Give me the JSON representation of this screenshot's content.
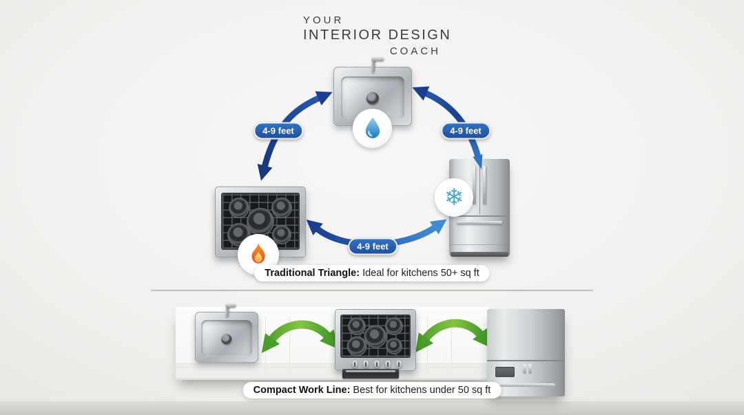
{
  "header": {
    "line1": "YOUR",
    "line2": "INTERIOR DESIGN",
    "line3": "COACH"
  },
  "triangle": {
    "distances": {
      "sink_stove": "4-9 feet",
      "sink_fridge": "4-9 feet",
      "stove_fridge": "4-9 feet"
    },
    "caption": {
      "label": "Traditional Triangle:",
      "text": " Ideal for kitchens 50+ sq ft"
    },
    "nodes": [
      {
        "name": "sink",
        "icon": "water-drop-icon"
      },
      {
        "name": "stove",
        "icon": "flame-icon"
      },
      {
        "name": "refrigerator",
        "icon": "snowflake-icon"
      }
    ],
    "colors": {
      "arrow_dark": "#1c3e90",
      "arrow_light": "#3e8ad6",
      "pill_blue": "#2e6fbe"
    }
  },
  "workline": {
    "caption": {
      "label": "Compact Work Line:",
      "text": " Best for kitchens under 50 sq ft"
    },
    "nodes": [
      "sink",
      "cooktop",
      "refrigerator"
    ],
    "colors": {
      "arrow_green": "#7ec33e"
    }
  },
  "glyphs": {
    "snowflake": "❄"
  }
}
